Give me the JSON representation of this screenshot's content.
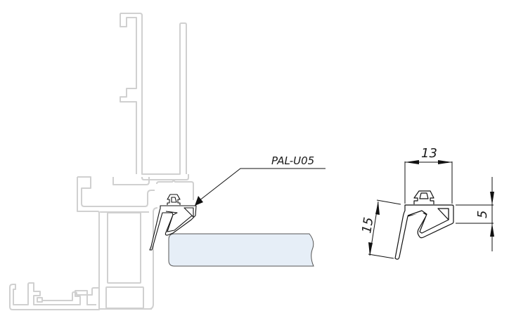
{
  "callout": {
    "part_code": "PAL-U05"
  },
  "detail": {
    "dimensions": {
      "width_mm": "13",
      "height_mm": "15",
      "base_mm": "5"
    }
  },
  "colors": {
    "frame_outline": "#d0d0d0",
    "seal_outline": "#111111",
    "glass_fill": "#e6eef7"
  }
}
